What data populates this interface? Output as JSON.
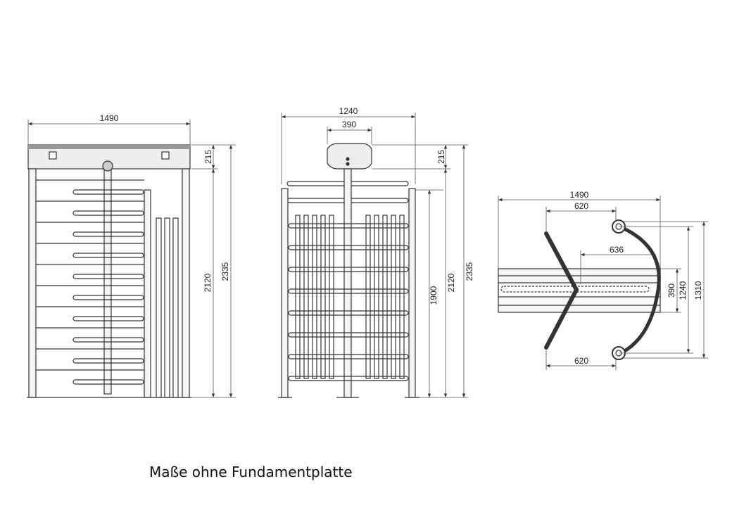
{
  "caption": "Maße ohne Fundamentplatte",
  "front_view": {
    "width": "1490",
    "top_height": "215",
    "frame_height": "2120",
    "total_height": "2335"
  },
  "side_view": {
    "width": "1240",
    "head_width": "390",
    "top_height": "215",
    "arm_height": "1900",
    "frame_height": "2120",
    "total_height": "2335"
  },
  "top_view": {
    "width": "1490",
    "arm_span_top": "620",
    "arm_reach": "636",
    "arm_span_bottom": "620",
    "passage_width": "390",
    "inner_depth": "1240",
    "outer_depth": "1310"
  }
}
